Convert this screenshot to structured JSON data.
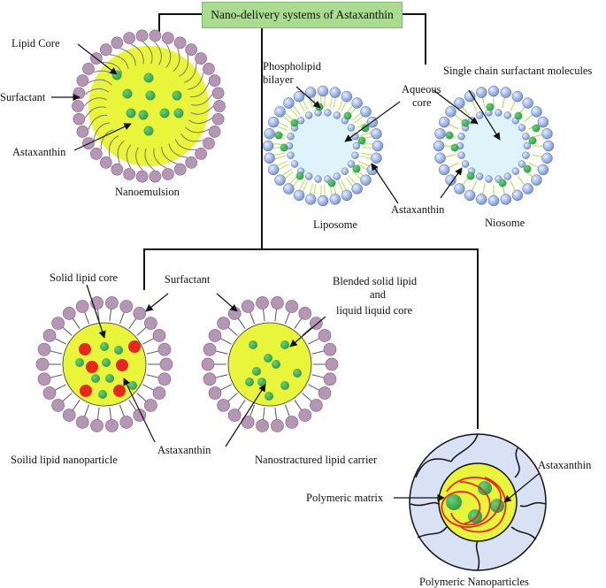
{
  "title": "Nano-delivery systems of Astaxanthin",
  "colors": {
    "core_yellow": "#e8f53a",
    "drug_green": "#3aa64a",
    "drug_red": "#e8281e",
    "surfactant_purple": "#b597b5",
    "bilayer_blue": "#8aa6dd",
    "aqueous": "#dff3fa",
    "header_green": "#a9dc8f"
  },
  "nanoemulsion": {
    "label": "Nanoemulsion",
    "lipid_core": "Lipid Core",
    "surfactant": "Surfactant",
    "astaxanthin": "Astaxanthin"
  },
  "liposome": {
    "label": "Liposome",
    "phospholipid_line1": "Phospholipid",
    "phospholipid_line2": "bilayer",
    "aqueous_line1": "Aqueous",
    "aqueous_line2": "core",
    "astaxanthin": "Astaxanthin"
  },
  "niosome": {
    "label": "Niosome",
    "single_chain": "Single chain surfactant molecules"
  },
  "sln": {
    "label": "Soilid lipid nanoparticle",
    "solid_lipid_core": "Solid lipid core",
    "surfactant": "Surfactant",
    "astaxanthin": "Astaxanthin"
  },
  "nlc": {
    "label": "Nanostractured lipid carrier",
    "blended_line1": "Blended solid lipid",
    "blended_line2": "and",
    "blended_line3": "liquid liquid core"
  },
  "polymeric": {
    "label": "Polymeric Nanoparticles",
    "matrix": "Polymeric matrix",
    "astaxanthin": "Astaxanthin"
  }
}
